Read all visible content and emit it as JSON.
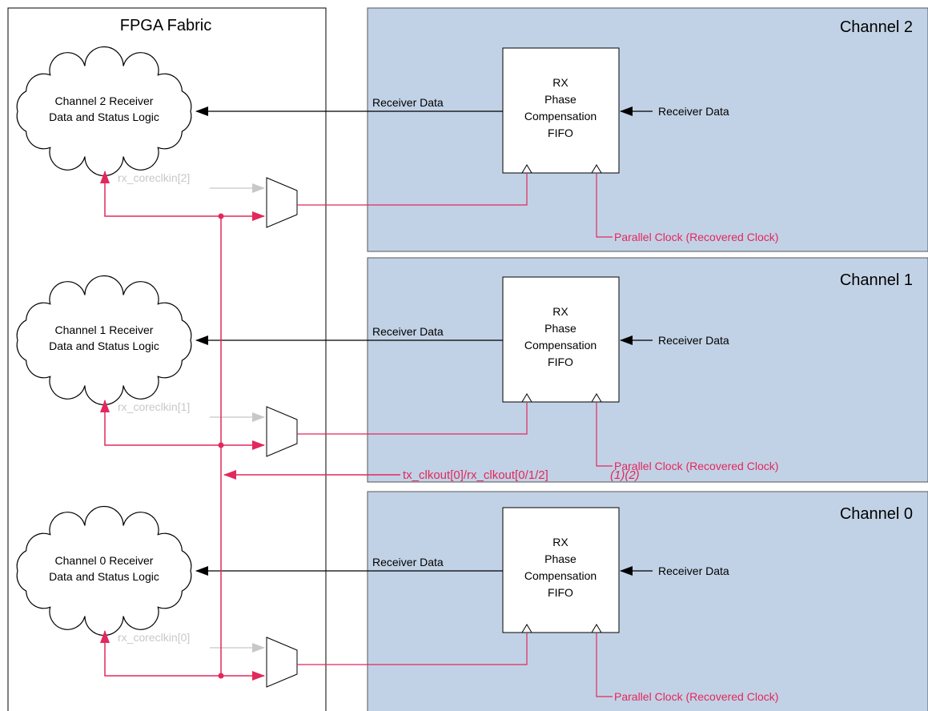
{
  "fabric": {
    "title": "FPGA Fabric"
  },
  "channels": [
    {
      "name": "Channel 2",
      "cloud_line1": "Channel 2 Receiver",
      "cloud_line2": "Data and Status Logic",
      "receiver_data_left": "Receiver Data",
      "receiver_data_right": "Receiver Data",
      "fifo_lines": [
        "RX",
        "Phase",
        "Compensation",
        "FIFO"
      ],
      "coreclk": "rx_coreclkin[2]",
      "parallel_clock": "Parallel Clock (Recovered Clock)"
    },
    {
      "name": "Channel 1",
      "cloud_line1": "Channel 1 Receiver",
      "cloud_line2": "Data and Status Logic",
      "receiver_data_left": "Receiver Data",
      "receiver_data_right": "Receiver Data",
      "fifo_lines": [
        "RX",
        "Phase",
        "Compensation",
        "FIFO"
      ],
      "coreclk": "rx_coreclkin[1]",
      "parallel_clock": "Parallel Clock (Recovered Clock)"
    },
    {
      "name": "Channel 0",
      "cloud_line1": "Channel 0 Receiver",
      "cloud_line2": "Data and Status Logic",
      "receiver_data_left": "Receiver Data",
      "receiver_data_right": "Receiver Data",
      "fifo_lines": [
        "RX",
        "Phase",
        "Compensation",
        "FIFO"
      ],
      "coreclk": "rx_coreclkin[0]",
      "parallel_clock": "Parallel Clock (Recovered Clock)"
    }
  ],
  "clock_source": {
    "label": "tx_clkout[0]/rx_clkout[0/1/2]",
    "note": "(1)(2)"
  },
  "colors": {
    "channel_fill": "#c2d2e6",
    "clock": "#e2285c",
    "gray": "#c8c8c8",
    "line": "#000000"
  }
}
